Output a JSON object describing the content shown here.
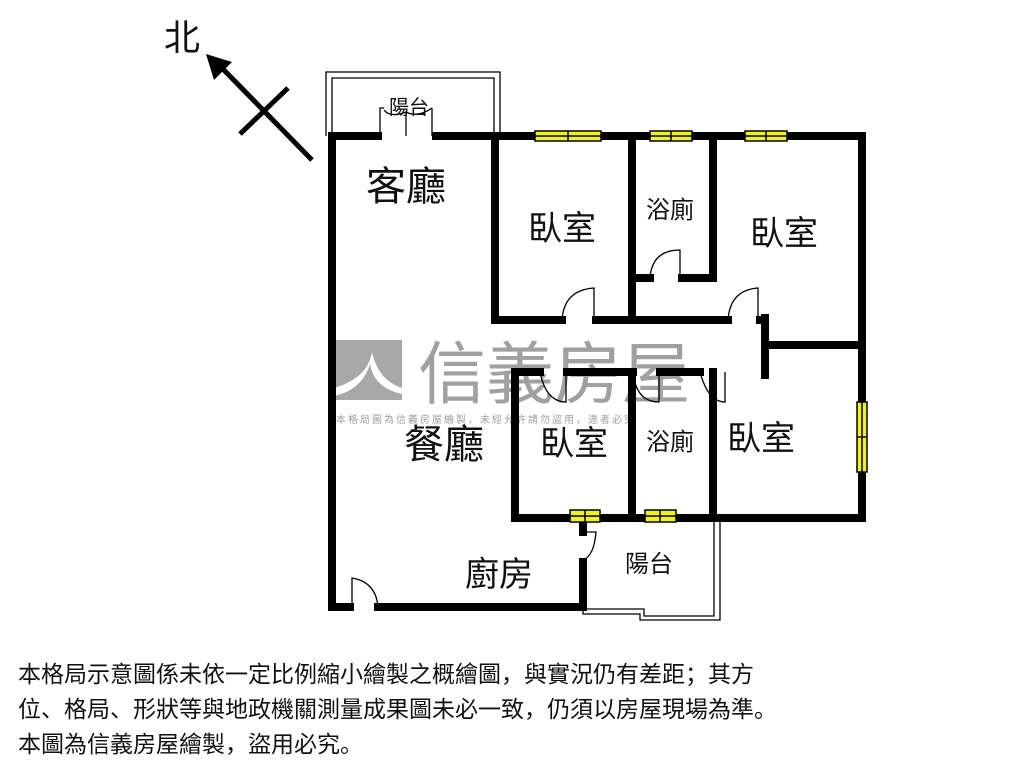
{
  "compass": {
    "north_label": "北"
  },
  "rooms": {
    "balcony_top": "陽台",
    "living_room": "客廳",
    "bedroom_1": "臥室",
    "bathroom_1": "浴廁",
    "bedroom_2": "臥室",
    "dining_room": "餐廳",
    "bedroom_3": "臥室",
    "bathroom_2": "浴廁",
    "bedroom_4": "臥室",
    "kitchen": "廚房",
    "balcony_bottom": "陽台"
  },
  "watermark": {
    "brand": "信義房屋",
    "notice": "本格局圖為信義房屋繪製，未經允許請勿盜用，違者必究"
  },
  "colors": {
    "wall": "#000000",
    "window": "#f2f21a",
    "watermark": "#9a9a9a"
  },
  "caption": {
    "line1": "本格局示意圖係未依一定比例縮小繪製之概繪圖，與實況仍有差距；其方",
    "line2": "位、格局、形狀等與地政機關測量成果圖未必一致，仍須以房屋現場為準。",
    "line3": "本圖為信義房屋繪製，盜用必究。"
  }
}
